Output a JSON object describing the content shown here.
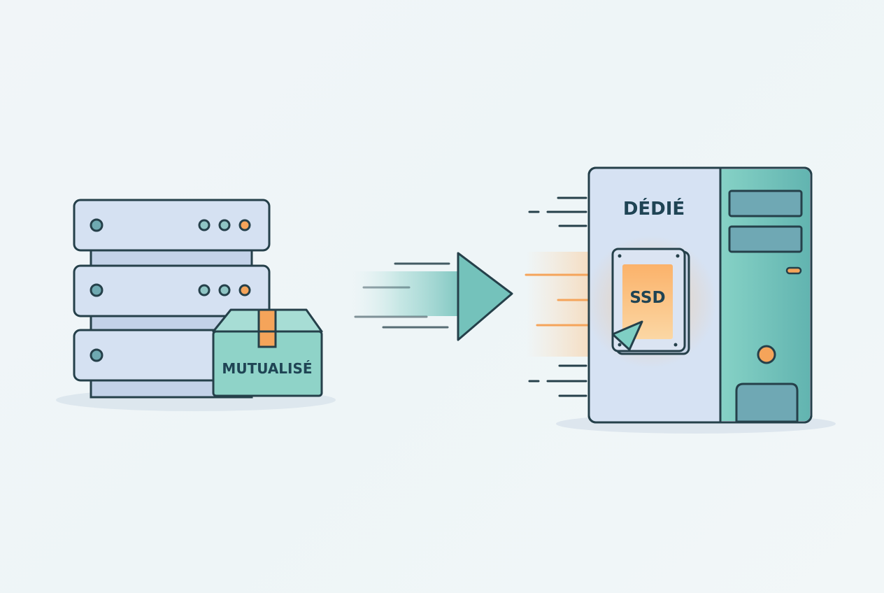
{
  "labels": {
    "shared_box": "MUTUALISÉ",
    "dedicated_server": "DÉDIÉ",
    "ssd": "SSD"
  },
  "colors": {
    "outline": "#25404a",
    "server_blue": "#c7d6ea",
    "server_blue_light": "#d8e3f3",
    "teal": "#7fcfc4",
    "teal_dark": "#4fa9a7",
    "orange": "#f5a45a",
    "background": "#eef4f7"
  },
  "icons": {
    "left": "shared-server-stack-icon",
    "box": "package-box-icon",
    "arrow": "arrow-right-icon",
    "right": "dedicated-server-tower-icon",
    "drive": "ssd-drive-icon"
  }
}
